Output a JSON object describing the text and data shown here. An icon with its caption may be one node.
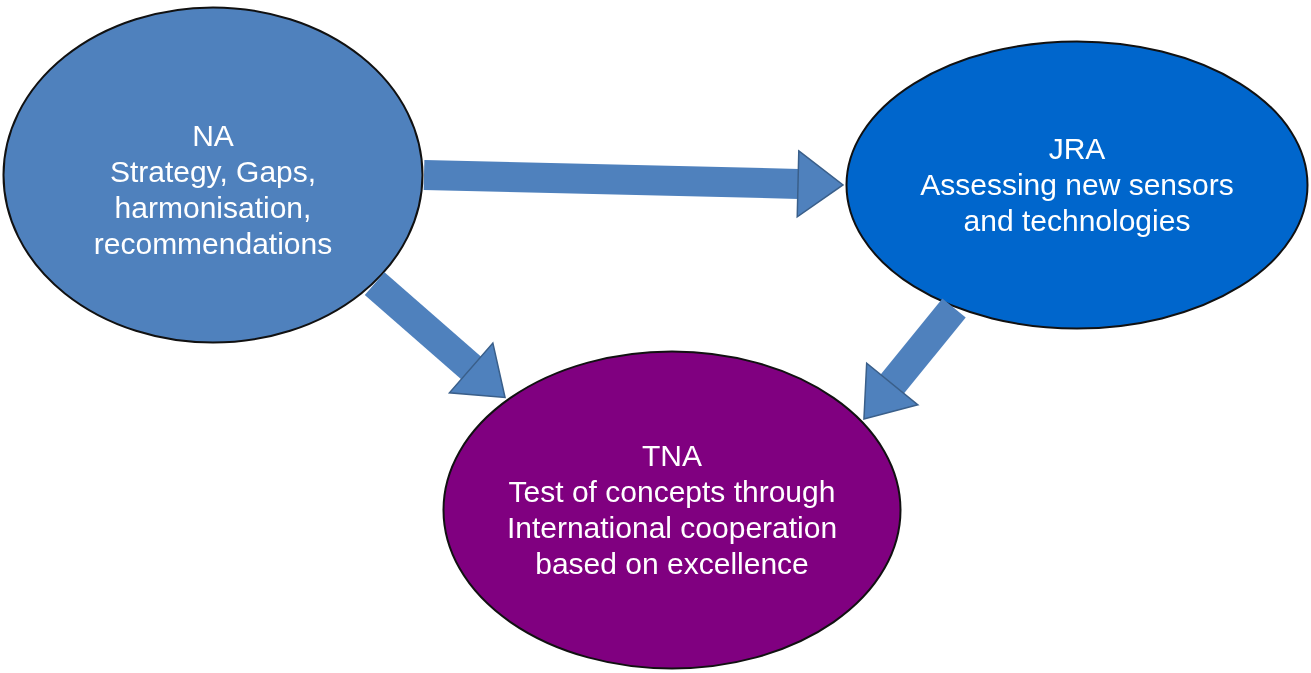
{
  "diagram": {
    "nodes": [
      {
        "text": [
          "NA",
          "Strategy, Gaps, harmonisation, recommendations"
        ]
      },
      {
        "text": [
          "JRA",
          "Assessing new sensors and technologies"
        ]
      },
      {
        "text": [
          "TNA",
          "Test of concepts through International cooperation based on excellence"
        ]
      }
    ],
    "edges": [
      {
        "from": 0,
        "to": 1,
        "arrow": "to"
      },
      {
        "from": 0,
        "to": 2,
        "arrow": "to"
      },
      {
        "from": 1,
        "to": 2,
        "arrow": "to"
      }
    ]
  }
}
